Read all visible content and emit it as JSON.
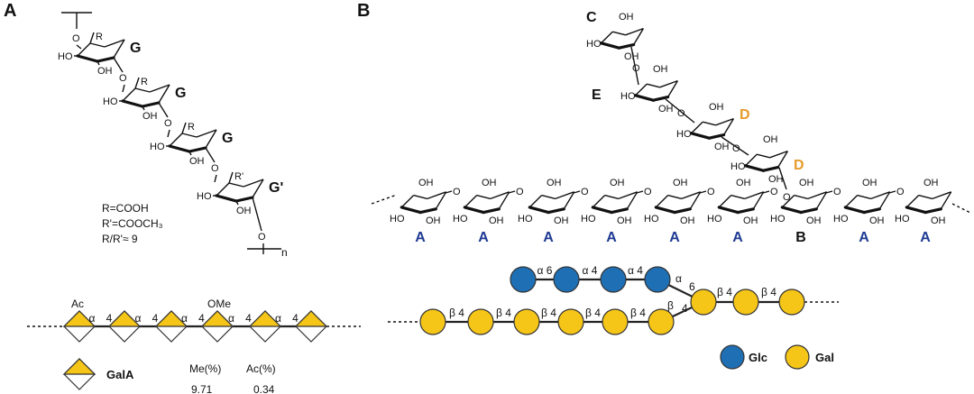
{
  "panels": {
    "a": "A",
    "b": "B"
  },
  "panel_a": {
    "ring_labels": [
      "G",
      "G",
      "G",
      "G'"
    ],
    "atom_labels": {
      "oh": "OH",
      "ho": "HO",
      "o": "O",
      "r": "R",
      "r_prime": "R'",
      "n": "n"
    },
    "definitions": [
      "R=COOH",
      "R'=COOCH₃",
      "R/R'≈ 9"
    ],
    "snfg": {
      "substituent_labels": [
        "Ac",
        "OMe"
      ],
      "link_labels": [
        "α",
        "4",
        "α",
        "4",
        "α",
        "4",
        "α",
        "4",
        "α",
        "4"
      ]
    },
    "legend": {
      "name": "GalA",
      "headers": [
        "Me(%)",
        "Ac(%)"
      ],
      "values": [
        "9.71",
        "0.34"
      ]
    },
    "colors": {
      "galA_fill": "#f5c518"
    }
  },
  "panel_b": {
    "ring_labels": {
      "c": "C",
      "e": "E",
      "d1": "D",
      "d2": "D",
      "backbone": [
        "A",
        "A",
        "A",
        "A",
        "A",
        "A",
        "B",
        "A",
        "A"
      ]
    },
    "snfg": {
      "top_links": [
        "α 6",
        "α 4",
        "α 4",
        "α"
      ],
      "junction": [
        "6",
        "4"
      ],
      "right_links": [
        "β 4",
        "β 4"
      ],
      "bottom_links": [
        "β 4",
        "β 4",
        "β 4",
        "β 4",
        "β 4",
        "β"
      ]
    },
    "legend": {
      "glc": "Glc",
      "gal": "Gal"
    },
    "colors": {
      "glc": "#1f6fb5",
      "gal": "#f5c518"
    }
  }
}
